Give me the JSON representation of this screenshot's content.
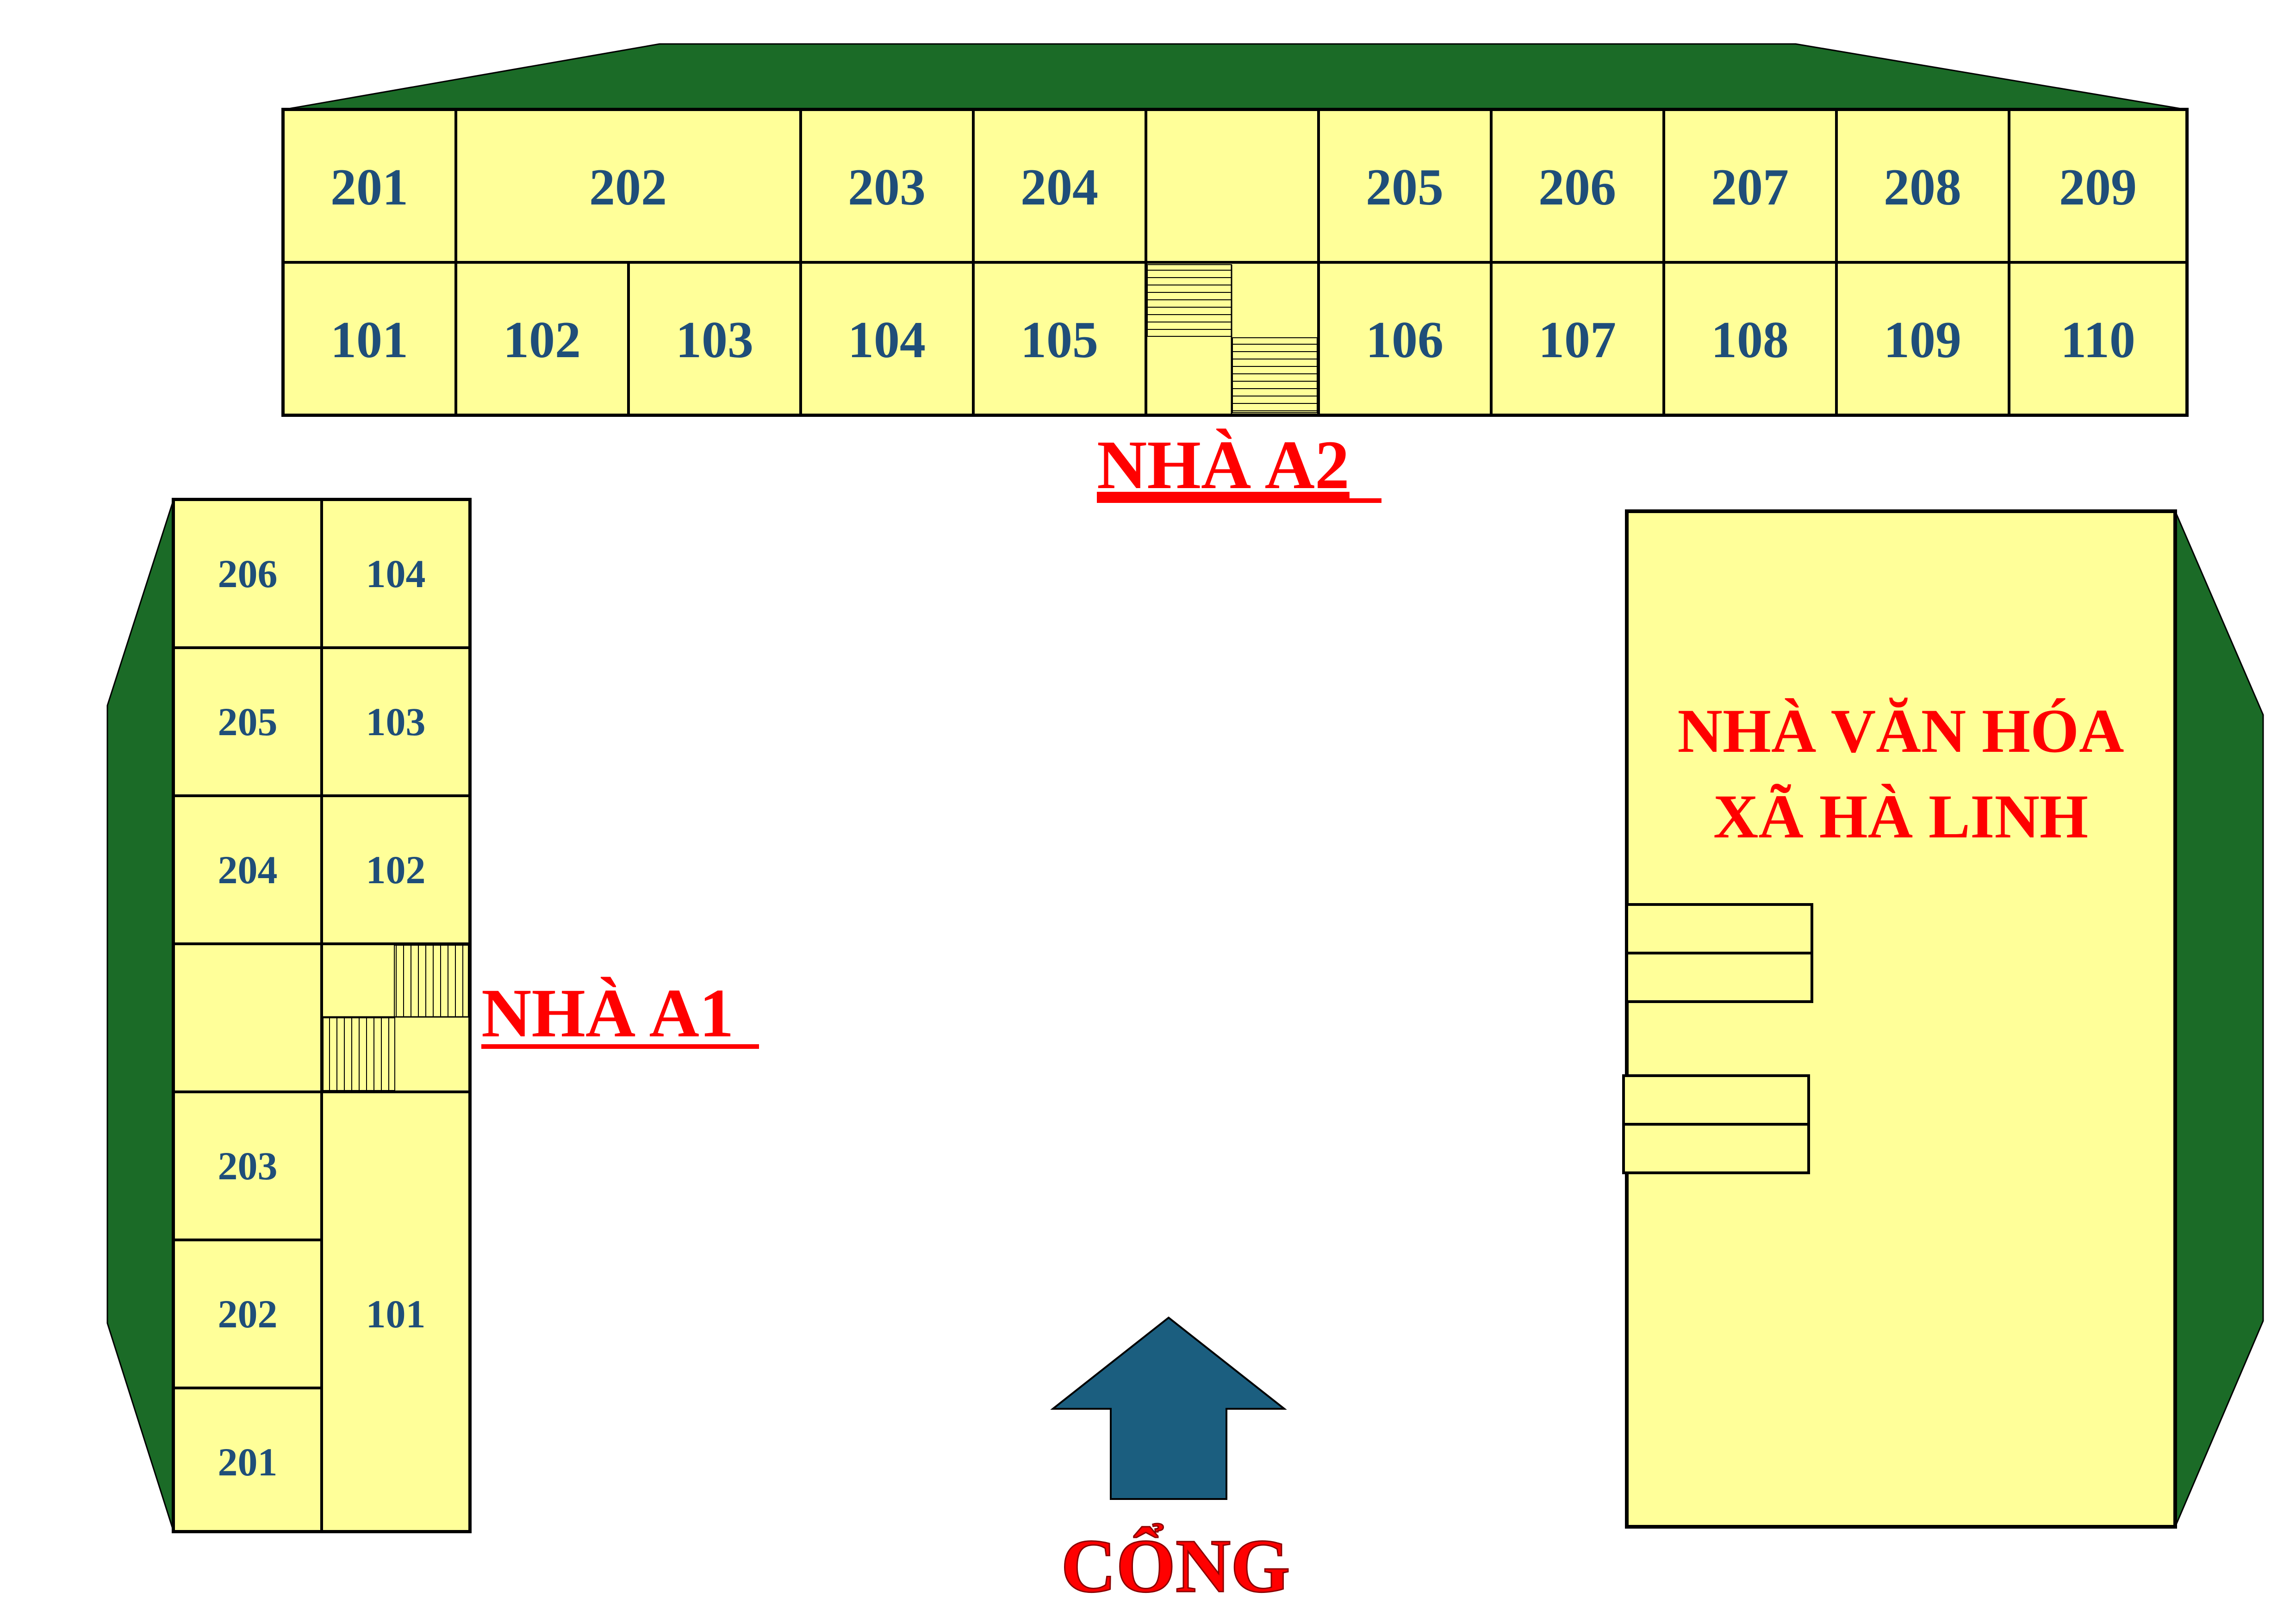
{
  "colors": {
    "roof": "#1B6B27",
    "room_fill": "#FFFF99",
    "room_text": "#1F4E79",
    "title_text": "#FF0000",
    "arrow": "#1B5E7F"
  },
  "building_a2": {
    "label": "NHÀ A2",
    "top_row": [
      "201",
      "202",
      "203",
      "204",
      "",
      "205",
      "206",
      "207",
      "208",
      "209"
    ],
    "bottom_row": [
      "101",
      "102",
      "103",
      "104",
      "105",
      "",
      "106",
      "107",
      "108",
      "109",
      "110"
    ]
  },
  "building_a1": {
    "label": "NHÀ A1",
    "left_col": [
      "206",
      "205",
      "204",
      "",
      "203",
      "202",
      "201"
    ],
    "right_col": [
      "104",
      "103",
      "102",
      "",
      "101"
    ]
  },
  "culture_house": {
    "line1": "NHÀ VĂN HÓA",
    "line2": "XÃ HÀ LINH"
  },
  "gate": {
    "label": "CỔNG",
    "icon": "up-arrow-icon"
  }
}
